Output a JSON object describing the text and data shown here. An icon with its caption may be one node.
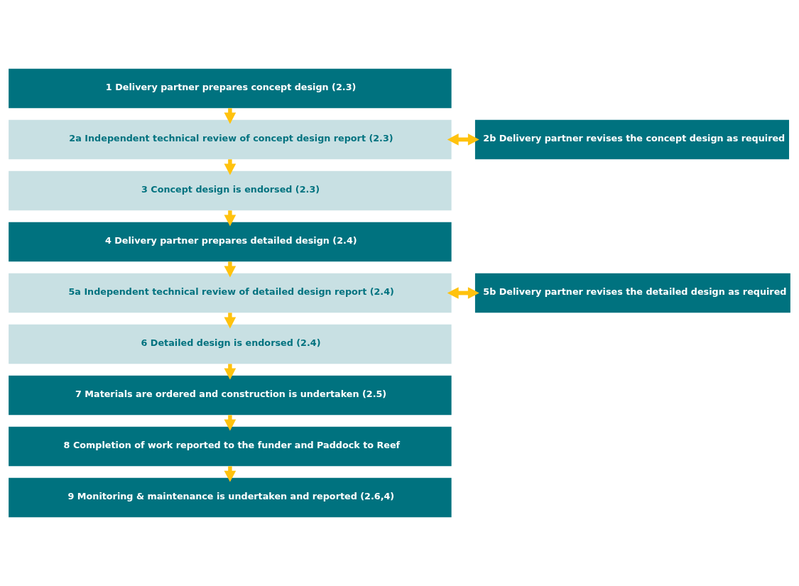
{
  "diagram": {
    "nodes": [
      {
        "text": [
          "1 Delivery partner prepares concept design (2.3)"
        ]
      },
      {
        "text": [
          "2a Independent technical review of concept design report (2.3)"
        ]
      },
      {
        "text": [
          "2b Delivery partner revises the concept design as required"
        ]
      },
      {
        "text": [
          "3 Concept design is endorsed (2.3)"
        ]
      },
      {
        "text": [
          "4 Delivery partner prepares detailed design (2.4)"
        ]
      },
      {
        "text": [
          "5a Independent technical review of detailed design report (2.4)"
        ]
      },
      {
        "text": [
          "5b Delivery partner revises the detailed design as required"
        ]
      },
      {
        "text": [
          "6 Detailed design is endorsed (2.4)"
        ]
      },
      {
        "text": [
          "7 Materials are ordered and construction is undertaken (2.5)"
        ]
      },
      {
        "text": [
          "8 Completion of work reported to the funder and Paddock to Reef"
        ]
      },
      {
        "text": [
          "9 Monitoring & maintenance is undertaken and reported (2.6,4)"
        ]
      }
    ],
    "edges": [
      {
        "from": 0,
        "to": 1,
        "arrow": "to"
      },
      {
        "from": 1,
        "to": 2,
        "arrow": "to"
      },
      {
        "from": 2,
        "to": 1,
        "arrow": "to"
      },
      {
        "from": 1,
        "to": 3,
        "arrow": "to"
      },
      {
        "from": 3,
        "to": 4,
        "arrow": "to"
      },
      {
        "from": 4,
        "to": 5,
        "arrow": "to"
      },
      {
        "from": 5,
        "to": 6,
        "arrow": "to"
      },
      {
        "from": 6,
        "to": 5,
        "arrow": "to"
      },
      {
        "from": 5,
        "to": 7,
        "arrow": "to"
      },
      {
        "from": 7,
        "to": 8,
        "arrow": "to"
      },
      {
        "from": 8,
        "to": 9,
        "arrow": "to"
      },
      {
        "from": 9,
        "to": 10,
        "arrow": "to"
      }
    ]
  }
}
